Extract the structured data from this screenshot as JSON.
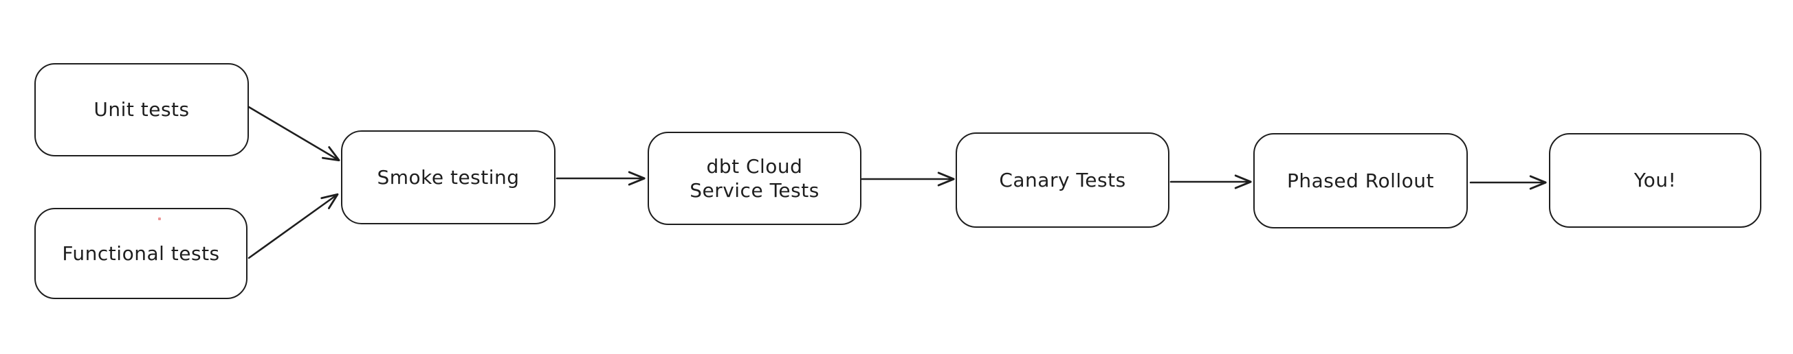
{
  "diagram": {
    "background_color": "#ffffff",
    "stroke_color": "#1e1e1e",
    "text_color": "#1e1e1e",
    "nodes": [
      {
        "id": "unit-tests",
        "lines": [
          "Unit tests"
        ]
      },
      {
        "id": "functional-tests",
        "lines": [
          "Functional tests"
        ]
      },
      {
        "id": "smoke-testing",
        "lines": [
          "Smoke testing"
        ]
      },
      {
        "id": "dbt-cloud-service-tests",
        "lines": [
          "dbt Cloud",
          "Service Tests"
        ]
      },
      {
        "id": "canary-tests",
        "lines": [
          "Canary Tests"
        ]
      },
      {
        "id": "phased-rollout",
        "lines": [
          "Phased Rollout"
        ]
      },
      {
        "id": "you",
        "lines": [
          "You!"
        ]
      }
    ],
    "edges": [
      {
        "from": "unit-tests",
        "to": "smoke-testing"
      },
      {
        "from": "functional-tests",
        "to": "smoke-testing"
      },
      {
        "from": "smoke-testing",
        "to": "dbt-cloud-service-tests"
      },
      {
        "from": "dbt-cloud-service-tests",
        "to": "canary-tests"
      },
      {
        "from": "canary-tests",
        "to": "phased-rollout"
      },
      {
        "from": "phased-rollout",
        "to": "you"
      }
    ],
    "artifact": {
      "id": "stray-red-dot",
      "color": "#e57373"
    }
  }
}
